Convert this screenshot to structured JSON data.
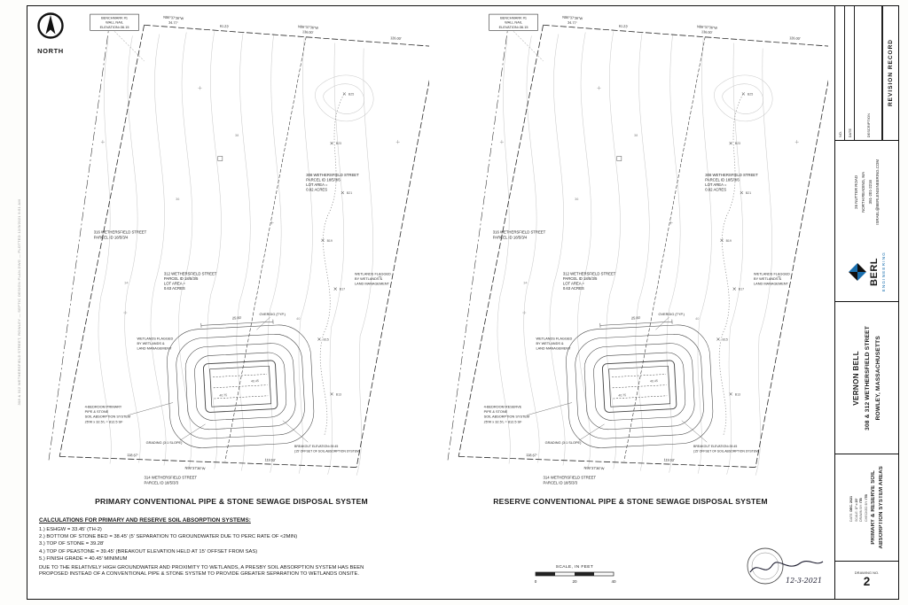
{
  "sheet": {
    "north_label": "NORTH",
    "edge_note": "308 & 312 WETHERSFIELD STREET, ROWLEY — SEPTIC DESIGN PLAN.DWG — PLOTTED 12/3/2021 9:51 AM",
    "scale_bar": {
      "label": "SCALE, IN FEET",
      "tick0": "0",
      "tick1": "20",
      "tick2": "40"
    },
    "stamp_date": "12-3-2021"
  },
  "plans": [
    {
      "title": "PRIMARY CONVENTIONAL PIPE & STONE SEWAGE DISPOSAL SYSTEM",
      "benchmark1": "BENCHMARK #1",
      "benchmark2": "WALL NAIL",
      "benchmark3": "ELEVATION=36.15",
      "bearing_top": "N86°37'36\"W",
      "dist_top1": "34.77'",
      "dist_top2": "61.23'",
      "bearing_top2": "N86°37'36\"W",
      "dist_top3": "136.00'",
      "dist_top4": "126.00'",
      "p316_1": "316 WETHERSFIELD STREET",
      "p316_2": "PARCEL ID 18/5/3/4",
      "p312_1": "312 WETHERSFIELD STREET",
      "p312_2": "PARCEL ID 18/5/3/5",
      "p312_3": "LOT AREA =",
      "p312_4": "0.63 ACRES",
      "p308_1": "308 WETHERSFIELD STREET",
      "p308_2": "PARCEL ID 18/5/3/6",
      "p308_3": "LOT AREA =",
      "p308_4": "0.82 ACRES",
      "p314_1": "314 WETHERSFIELD STREET",
      "p314_2": "PARCEL ID 18/5/3/3",
      "wetA1": "WETLANDS FLAGGED",
      "wetA2": "BY WETLANDS &",
      "wetA3": "LAND MANAGEMENT",
      "wetB1": "WETLANDS FLAGGED",
      "wetB2": "BY WETLANDS &",
      "wetB3": "LAND MANAGEMENT",
      "sas1": "4-BEDROOM PRIMARY",
      "sas2": "PIPE & STONE",
      "sas3": "SOIL ABSORPTION SYSTEM",
      "sas4": "25'W x 32.5'L = 812.5 SF",
      "grading": "GRADING (3:1 SLOPE)",
      "breakout1": "BREAKOUT ELEVATION=39.45",
      "breakout2": "(15' OFFSET OF SOIL ABSORPTION SYSTEM)",
      "overdig": "OVERDIG (TYP.)",
      "dim_w": "25.00'",
      "spot1": "40.45",
      "spot2": "40.75",
      "bearing_bot": "N86°37'36\"W",
      "dist_bot1": "118.67'",
      "dist_bot2": "119.53'",
      "c1": "34",
      "c2": "36",
      "c3": "38",
      "c4": "40",
      "f1": "B13",
      "f2": "B15",
      "f3": "B17",
      "f4": "B19",
      "f5": "B21",
      "f6": "B23",
      "f7": "B25"
    },
    {
      "title": "RESERVE CONVENTIONAL PIPE & STONE SEWAGE DISPOSAL SYSTEM",
      "benchmark1": "BENCHMARK #1",
      "benchmark2": "WALL NAIL",
      "benchmark3": "ELEVATION=36.15",
      "bearing_top": "N86°37'36\"W",
      "dist_top1": "34.77'",
      "dist_top2": "61.23'",
      "bearing_top2": "N86°37'36\"W",
      "dist_top3": "136.00'",
      "dist_top4": "126.00'",
      "p316_1": "316 WETHERSFIELD STREET",
      "p316_2": "PARCEL ID 18/5/3/4",
      "p312_1": "312 WETHERSFIELD STREET",
      "p312_2": "PARCEL ID 18/5/3/5",
      "p312_3": "LOT AREA =",
      "p312_4": "0.63 ACRES",
      "p308_1": "308 WETHERSFIELD STREET",
      "p308_2": "PARCEL ID 18/5/3/6",
      "p308_3": "LOT AREA =",
      "p308_4": "0.82 ACRES",
      "p314_1": "314 WETHERSFIELD STREET",
      "p314_2": "PARCEL ID 18/5/3/3",
      "wetA1": "WETLANDS FLAGGED",
      "wetA2": "BY WETLANDS &",
      "wetA3": "LAND MANAGEMENT",
      "wetB1": "WETLANDS FLAGGED",
      "wetB2": "BY WETLANDS &",
      "wetB3": "LAND MANAGEMENT",
      "sas1": "4-BEDROOM RESERVE",
      "sas2": "PIPE & STONE",
      "sas3": "SOIL ABSORPTION SYSTEM",
      "sas4": "25'W x 32.5'L = 812.5 SF",
      "grading": "GRADING (3:1 SLOPE)",
      "breakout1": "BREAKOUT ELEVATION=39.45",
      "breakout2": "(15' OFFSET OF SOIL ABSORPTION SYSTEM)",
      "overdig": "OVERDIG (TYP.)",
      "dim_w": "25.00'",
      "spot1": "40.45",
      "spot2": "40.75",
      "bearing_bot": "N86°37'36\"W",
      "dist_bot1": "118.67'",
      "dist_bot2": "119.53'",
      "c1": "34",
      "c2": "36",
      "c3": "38",
      "c4": "40",
      "f1": "B13",
      "f2": "B15",
      "f3": "B17",
      "f4": "B19",
      "f5": "B21",
      "f6": "B23",
      "f7": "B25"
    }
  ],
  "notes": {
    "heading": "CALCULATIONS FOR PRIMARY AND RESERVE SOIL ABSORPTION SYSTEMS:",
    "item1": "1.) ESHGW = 33.45' (TH-2)",
    "item2": "2.) BOTTOM OF STONE BED = 38.45' (5' SEPARATION TO GROUNDWATER DUE TO PERC RATE OF <2MIN)",
    "item3": "3.) TOP OF STONE = 39.28'",
    "item4": "4.) TOP OF PEASTONE = 39.45' (BREAKOUT ELEVATION HELD AT 15' OFFSET FROM SAS)",
    "item5": "5.) FINISH GRADE = 40.45' MINIMUM",
    "paragraph": "DUE TO THE RELATIVELY HIGH GROUNDWATER AND PROXIMITY TO WETLANDS, A PRESBY SOIL ABSORPTION SYSTEM HAS BEEN PROPOSED INSTEAD OF A CONVENTIONAL PIPE & STONE SYSTEM TO PROVIDE GREATER SEPARATION TO WETLANDS ONSITE."
  },
  "title_block": {
    "revision_title": "REVISION RECORD",
    "rev_col_no": "NO.",
    "rev_col_date": "DATE",
    "rev_col_desc": "DESCRIPTION",
    "firm_name": "BERL",
    "firm_sub": "ENGINEERING",
    "firm_street": "26 NUTTER ROAD",
    "firm_city": "NORTH READING, MA",
    "firm_phone": "351-201-2216",
    "firm_email": "ISRAEL@BERLENGINEERING.COM",
    "client": "VERNON BELL",
    "project_line1": "308 & 312 WETHERSFIELD STREET",
    "project_line2": "ROWLEY, MASSACHUSETTS",
    "sheet_title1": "PRIMARY & RESERVE SOIL",
    "sheet_title2": "ABSORPTION SYSTEM AREAS",
    "date_label": "DATE:",
    "date_value": "DEC. 2021",
    "scale_label": "SCALE:",
    "scale_value": "1\" = 20'",
    "drawn_label": "DRAWN BY:",
    "drawn_value": "ITB",
    "checked_label": "CHECKED BY:",
    "checked_value": "ITB",
    "drawing_no_label": "DRAWING NO.",
    "sheet_number": "2"
  }
}
